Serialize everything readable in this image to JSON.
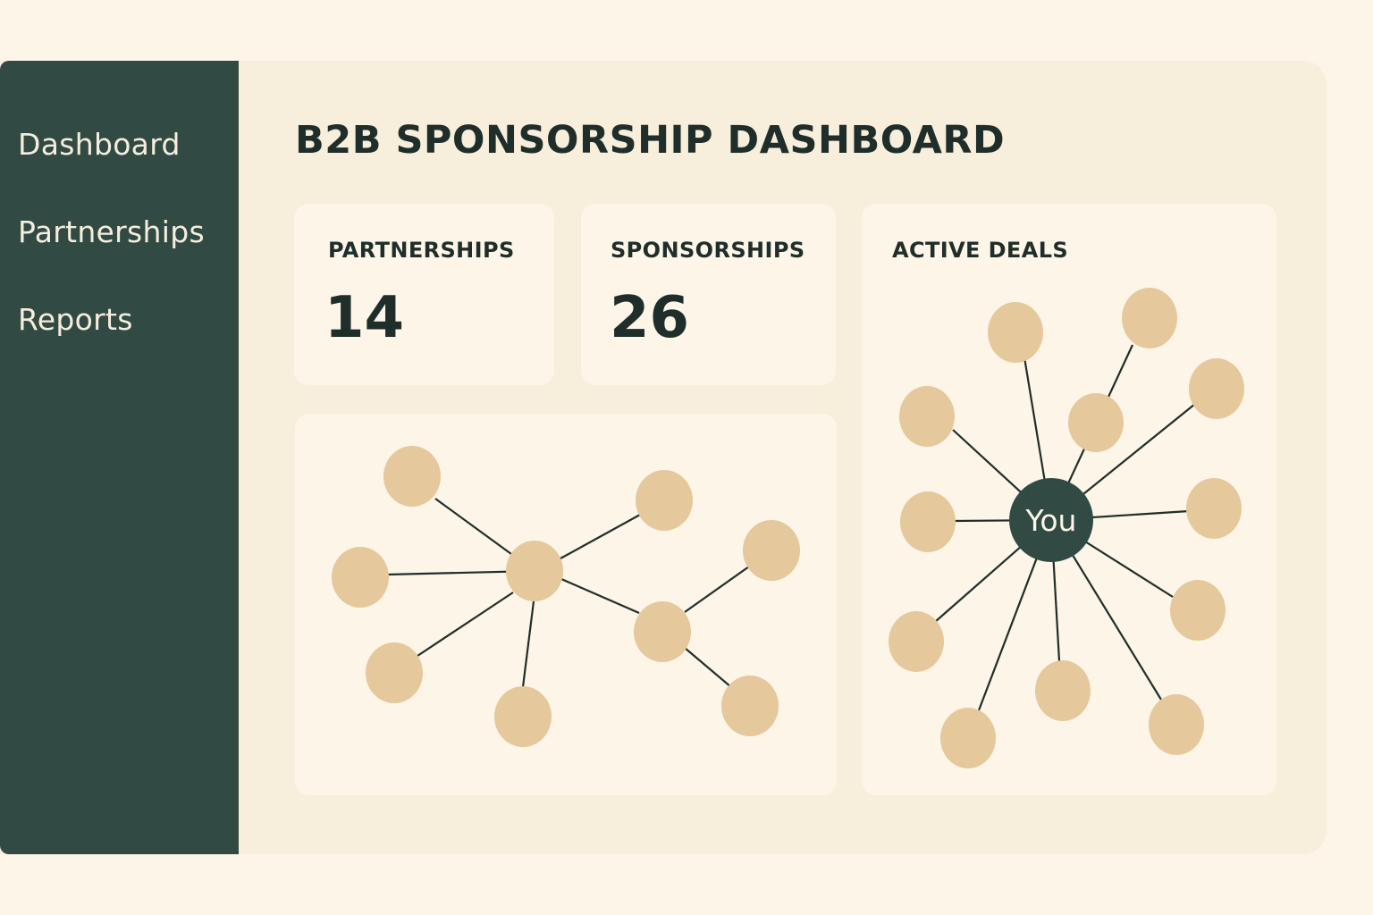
{
  "sidebar": {
    "items": [
      {
        "label": "Dashboard"
      },
      {
        "label": "Partnerships"
      },
      {
        "label": "Reports"
      }
    ]
  },
  "header": {
    "title": "B2B SPONSORSHIP DASHBOARD"
  },
  "stats": {
    "partnerships": {
      "label": "PARTNERSHIPS",
      "value": "14"
    },
    "sponsorships": {
      "label": "SPONSORSHIPS",
      "value": "26"
    }
  },
  "active_deals": {
    "label": "ACTIVE DEALS",
    "center_label": "You"
  },
  "colors": {
    "sidebar": "#314b44",
    "page_background": "#fdf5e8",
    "panel_background": "#f8eedc",
    "node": "#e5c89c",
    "text": "#1f2e2a"
  }
}
